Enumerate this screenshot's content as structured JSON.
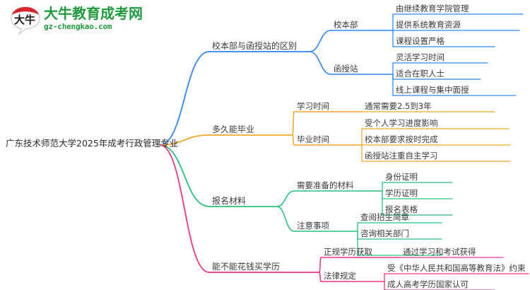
{
  "logo": {
    "mark_text": "大牛",
    "brand_cn": "大牛教育成考网",
    "brand_url": "gz-chengkao.com",
    "brand_color": "#1f9a3d",
    "mark_band_color": "#d9232e"
  },
  "mindmap": {
    "root": "广东技术师范大学2025年成考行政管理专业",
    "branches": [
      {
        "label": "校本部与函授站的区别",
        "color": "#2f86f6",
        "children": [
          {
            "label": "校本部",
            "leaves": [
              "由继续教育学院管理",
              "提供系统教育资源",
              "课程设置严格"
            ]
          },
          {
            "label": "函授站",
            "leaves": [
              "灵活学习时间",
              "适合在职人士",
              "线上课程与集中面授"
            ]
          }
        ]
      },
      {
        "label": "多久能毕业",
        "color": "#f0a92b",
        "children": [
          {
            "label": "学习时间",
            "leaves": [
              "通常需要2.5到3年"
            ]
          },
          {
            "label": "毕业时间",
            "leaves": [
              "受个人学习进度影响",
              "校本部要求按时完成",
              "函授站注重自主学习"
            ]
          }
        ]
      },
      {
        "label": "报名材料",
        "color": "#27c17e",
        "children": [
          {
            "label": "需要准备的材料",
            "leaves": [
              "身份证明",
              "学历证明",
              "报名表格"
            ]
          },
          {
            "label": "注意事项",
            "leaves": [
              "查阅招生简章",
              "咨询相关部门"
            ]
          }
        ]
      },
      {
        "label": "能不能花钱买学历",
        "color": "#f0338a",
        "children": [
          {
            "label": "正规学历获取",
            "leaves": [
              "通过学习和考试获得"
            ]
          },
          {
            "label": "法律规定",
            "leaves": [
              "受《中华人民共和国高等教育法》约束",
              "成人高考学历国家认可"
            ]
          }
        ]
      }
    ]
  }
}
